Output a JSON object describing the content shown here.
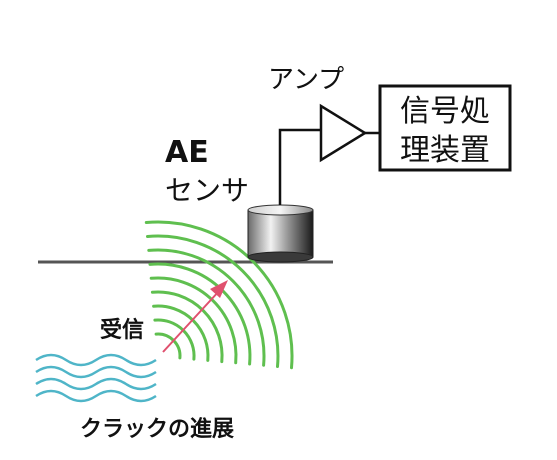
{
  "labels": {
    "amp": "アンプ",
    "processor_line1": "信号処",
    "processor_line2": "理装置",
    "sensor_line1": "AE",
    "sensor_line2": "センサ",
    "receive": "受信",
    "crack": "クラックの進展"
  },
  "colors": {
    "ink": "#111111",
    "surface": "#555555",
    "wave": "#5fbf4f",
    "crack_wave": "#4fb5c8",
    "arrow": "#e0506e"
  },
  "icons": {
    "amplifier": "triangle-amplifier-icon",
    "sensor": "cylinder-sensor-icon",
    "signal_path": "arrow-icon"
  }
}
